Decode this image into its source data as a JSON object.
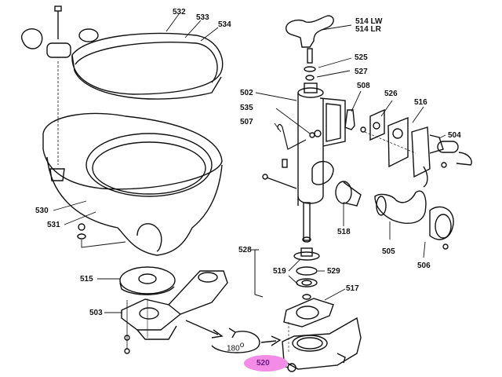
{
  "diagram": {
    "title_hidden": "",
    "highlight_color": "#f28ce6",
    "highlighted_part": "520",
    "rotation_label": "180",
    "rotation_degree_symbol": "o",
    "labels": {
      "p532": "532",
      "p533": "533",
      "p534": "534",
      "p514": "514 LW",
      "p514b": "514 LR",
      "p525": "525",
      "p527": "527",
      "p508": "508",
      "p526": "526",
      "p516": "516",
      "p504": "504",
      "p502": "502",
      "p535": "535",
      "p507": "507",
      "p530": "530",
      "p531": "531",
      "p515": "515",
      "p503": "503",
      "p528": "528",
      "p518": "518",
      "p505": "505",
      "p506": "506",
      "p519": "519",
      "p529": "529",
      "p517": "517",
      "p520": "520"
    }
  }
}
